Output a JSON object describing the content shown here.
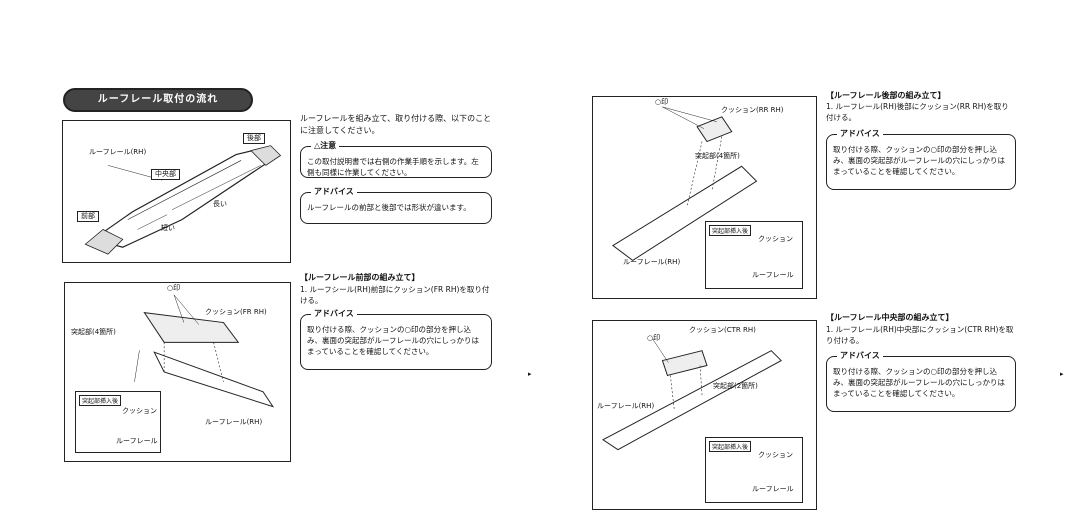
{
  "left_page": {
    "banner": "ルーフレール取付の流れ",
    "intro_text": "ルーフレールを組み立て、取り付ける際、以下のことに注意してください。",
    "caution": {
      "head": "△注意",
      "text": "この取付説明書では右側の作業手順を示します。左側も同様に作業してください。"
    },
    "advice1": {
      "head": "アドバイス",
      "text": "ルーフレールの前部と後部では形状が違います。"
    },
    "fig1": {
      "rear_tag": "後部",
      "center_tag": "中央部",
      "front_tag": "前部",
      "rail_label": "ルーフレール(RH)",
      "long_label": "長い",
      "short_label": "短い"
    },
    "front_section": {
      "title": "【ルーフレール前部の組み立て】",
      "step": "1. ルーフシール(RH)前部にクッション(FR RH)を取り付ける。"
    },
    "advice2": {
      "head": "アドバイス",
      "text": "取り付ける際、クッションの○印の部分を押し込み、裏面の突起部がルーフレールの穴にしっかりはまっていることを確認してください。"
    },
    "fig2": {
      "circle_mark": "○印",
      "cushion_label": "クッション(FR RH)",
      "protrusion_label": "突起部(4箇所)",
      "rail_label": "ルーフレール(RH)",
      "inset_tag": "突起部挿入後",
      "inset_cushion": "クッション",
      "inset_rail": "ルーフレール"
    }
  },
  "right_page": {
    "rear_section": {
      "title": "【ルーフレール後部の組み立て】",
      "step": "1. ルーフレール(RH)後部にクッション(RR RH)を取り付ける。"
    },
    "advice3": {
      "head": "アドバイス",
      "text": "取り付ける際、クッションの○印の部分を押し込み、裏面の突起部がルーフレールの穴にしっかりはまっていることを確認してください。"
    },
    "fig3": {
      "circle_mark": "○印",
      "cushion_label": "クッション(RR RH)",
      "protrusion_label": "突起部(4箇所)",
      "rail_label": "ルーフレール(RH)",
      "inset_tag": "突起部挿入後",
      "inset_cushion": "クッション",
      "inset_rail": "ルーフレール"
    },
    "center_section": {
      "title": "【ルーフレール中央部の組み立て】",
      "step": "1. ルーフレール(RH)中央部にクッション(CTR RH)を取り付ける。"
    },
    "advice4": {
      "head": "アドバイス",
      "text": "取り付ける際、クッションの○印の部分を押し込み、裏面の突起部がルーフレールの穴にしっかりはまっていることを確認してください。"
    },
    "fig4": {
      "circle_mark": "○印",
      "cushion_label": "クッション(CTR RH)",
      "protrusion_label": "突起部(2箇所)",
      "rail_label": "ルーフレール(RH)",
      "inset_tag": "突起部挿入後",
      "inset_cushion": "クッション",
      "inset_rail": "ルーフレール"
    }
  },
  "page_markers": {
    "left": "▸",
    "right": "▸"
  }
}
